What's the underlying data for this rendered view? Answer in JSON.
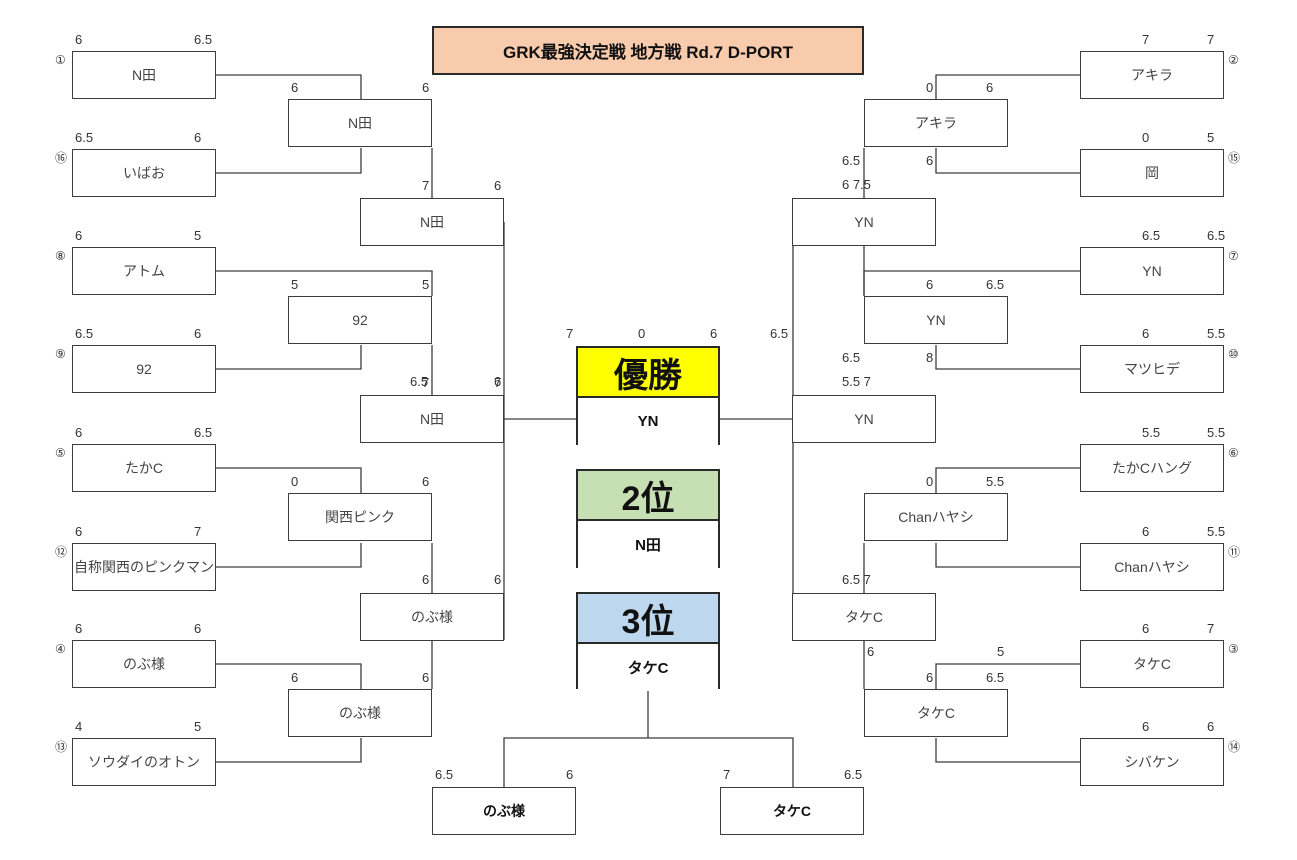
{
  "title": "GRK最強決定戦 地方戦 Rd.7 D-PORT",
  "colors": {
    "title_bg": "#f8cbad",
    "first_bg": "#ffff00",
    "second_bg": "#c6e0b4",
    "third_bg": "#bdd7ee"
  },
  "left": {
    "r1": [
      {
        "seed": "①",
        "name": "N田",
        "s1": "6",
        "s2": "6.5"
      },
      {
        "seed": "⑯",
        "name": "いばお",
        "s1": "6.5",
        "s2": "6"
      },
      {
        "seed": "⑧",
        "name": "アトム",
        "s1": "6",
        "s2": "5"
      },
      {
        "seed": "⑨",
        "name": "92",
        "s1": "6.5",
        "s2": "6"
      },
      {
        "seed": "⑤",
        "name": "たかC",
        "s1": "6",
        "s2": "6.5"
      },
      {
        "seed": "⑫",
        "name": "自称関西のピンクマン",
        "s1": "6",
        "s2": "7"
      },
      {
        "seed": "④",
        "name": "のぶ様",
        "s1": "6",
        "s2": "6"
      },
      {
        "seed": "⑬",
        "name": "ソウダイのオトン",
        "s1": "4",
        "s2": "5"
      }
    ],
    "r2": [
      {
        "name": "N田",
        "s1": "6",
        "s2": "6",
        "b1": "7",
        "b2": "6"
      },
      {
        "name": "92",
        "s1": "5",
        "s2": "5",
        "b1": "7",
        "b2": "7"
      },
      {
        "name": "関西ピンク",
        "s1": "0",
        "s2": "6",
        "b1": "6",
        "b2": "6"
      },
      {
        "name": "のぶ様",
        "s1": "6",
        "s2": "6"
      }
    ],
    "r3": [
      {
        "name": "N田"
      },
      {
        "name": "N田",
        "s1": "6.5",
        "s2": "6"
      },
      {
        "name": "のぶ様"
      }
    ]
  },
  "right": {
    "r1": [
      {
        "seed": "②",
        "name": "アキラ",
        "s1": "7",
        "s2": "7"
      },
      {
        "seed": "⑮",
        "name": "岡",
        "s1": "0",
        "s2": "5"
      },
      {
        "seed": "⑦",
        "name": "YN",
        "s1": "6.5",
        "s2": "6.5"
      },
      {
        "seed": "⑩",
        "name": "マツヒデ",
        "s1": "6",
        "s2": "5.5"
      },
      {
        "seed": "⑥",
        "name": "たかCハング",
        "s1": "5.5",
        "s2": "5.5"
      },
      {
        "seed": "⑪",
        "name": "Chanハヤシ",
        "s1": "6",
        "s2": "5.5"
      },
      {
        "seed": "③",
        "name": "タケC",
        "s1": "6",
        "s2": "7"
      },
      {
        "seed": "⑭",
        "name": "シバケン",
        "s1": "6",
        "s2": "6"
      }
    ],
    "r2": [
      {
        "name": "アキラ",
        "s1": "0",
        "s2": "6",
        "b1": "6.5",
        "b2": "6"
      },
      {
        "name": "YN",
        "s1": "6",
        "s2": "6.5",
        "b1": "6.5",
        "b2": "8"
      },
      {
        "name": "Chanハヤシ",
        "s1": "0",
        "s2": "5.5"
      },
      {
        "name": "タケC",
        "s1": "6",
        "s2": "6.5"
      }
    ],
    "r3": [
      {
        "name": "YN",
        "s1": "6 7.5"
      },
      {
        "name": "YN",
        "s1": "5.5 7"
      },
      {
        "name": "タケC",
        "s1": "6.5 7",
        "b1": "6",
        "b2": "5"
      }
    ]
  },
  "final": {
    "left_score": "7",
    "mid_score": "0",
    "right_score": "6",
    "far_right": "6.5"
  },
  "ranks": [
    {
      "label": "優勝",
      "name": "YN"
    },
    {
      "label": "2位",
      "name": "N田"
    },
    {
      "label": "3位",
      "name": "タケC"
    }
  ],
  "third_place": [
    {
      "name": "のぶ様",
      "s1": "6.5",
      "s2": "6"
    },
    {
      "name": "タケC",
      "s1": "7",
      "s2": "6.5"
    }
  ]
}
